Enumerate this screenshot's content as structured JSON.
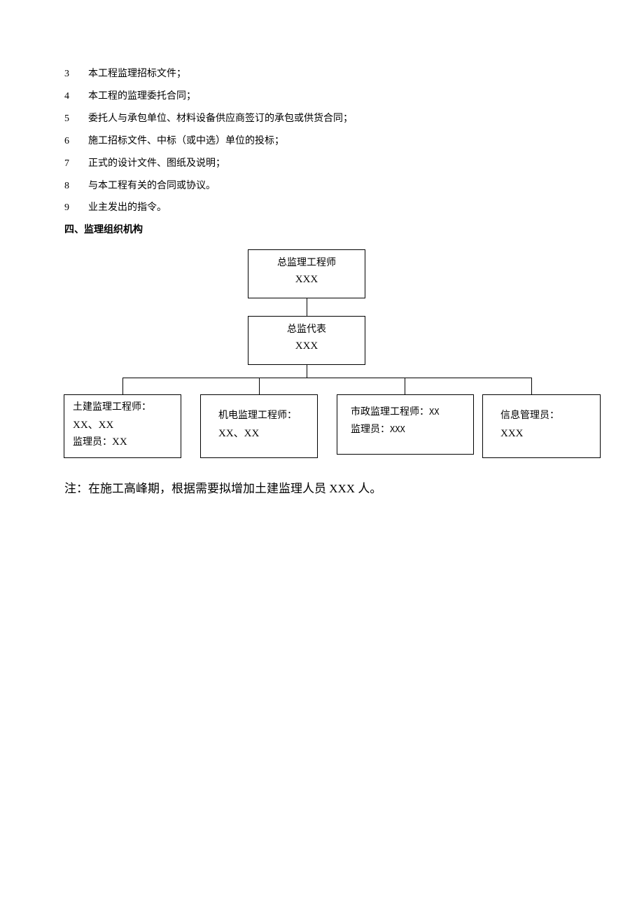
{
  "list": [
    {
      "num": "3",
      "text": "本工程监理招标文件；"
    },
    {
      "num": "4",
      "text": "本工程的监理委托合同；"
    },
    {
      "num": "5",
      "text": "委托人与承包单位、材料设备供应商签订的承包或供货合同；"
    },
    {
      "num": "6",
      "text": "施工招标文件、中标（或中选）单位的投标；"
    },
    {
      "num": "7",
      "text": "正式的设计文件、图纸及说明；"
    },
    {
      "num": "8",
      "text": "与本工程有关的合同或协议。"
    },
    {
      "num": "9",
      "text": "业主发出的指令。"
    }
  ],
  "section_heading": "四、监理组织机构",
  "org_chart": {
    "chief": {
      "title": "总监理工程师",
      "name": "XXX"
    },
    "deputy": {
      "title": "总监代表",
      "name": "XXX"
    },
    "civil": {
      "title": "土建监理工程师：",
      "names": "XX、XX",
      "staff_label": "监理员：",
      "staff": "XX"
    },
    "mech": {
      "title": "机电监理工程师：",
      "names": "XX、XX"
    },
    "municipal": {
      "title": "市政监理工程师：",
      "names": "XX",
      "staff_label": "监理员：",
      "staff": "XXX"
    },
    "info": {
      "title": "信息管理员：",
      "name": "XXX"
    }
  },
  "note": "注：在施工高峰期，根据需要拟增加土建监理人员 XXX 人。"
}
